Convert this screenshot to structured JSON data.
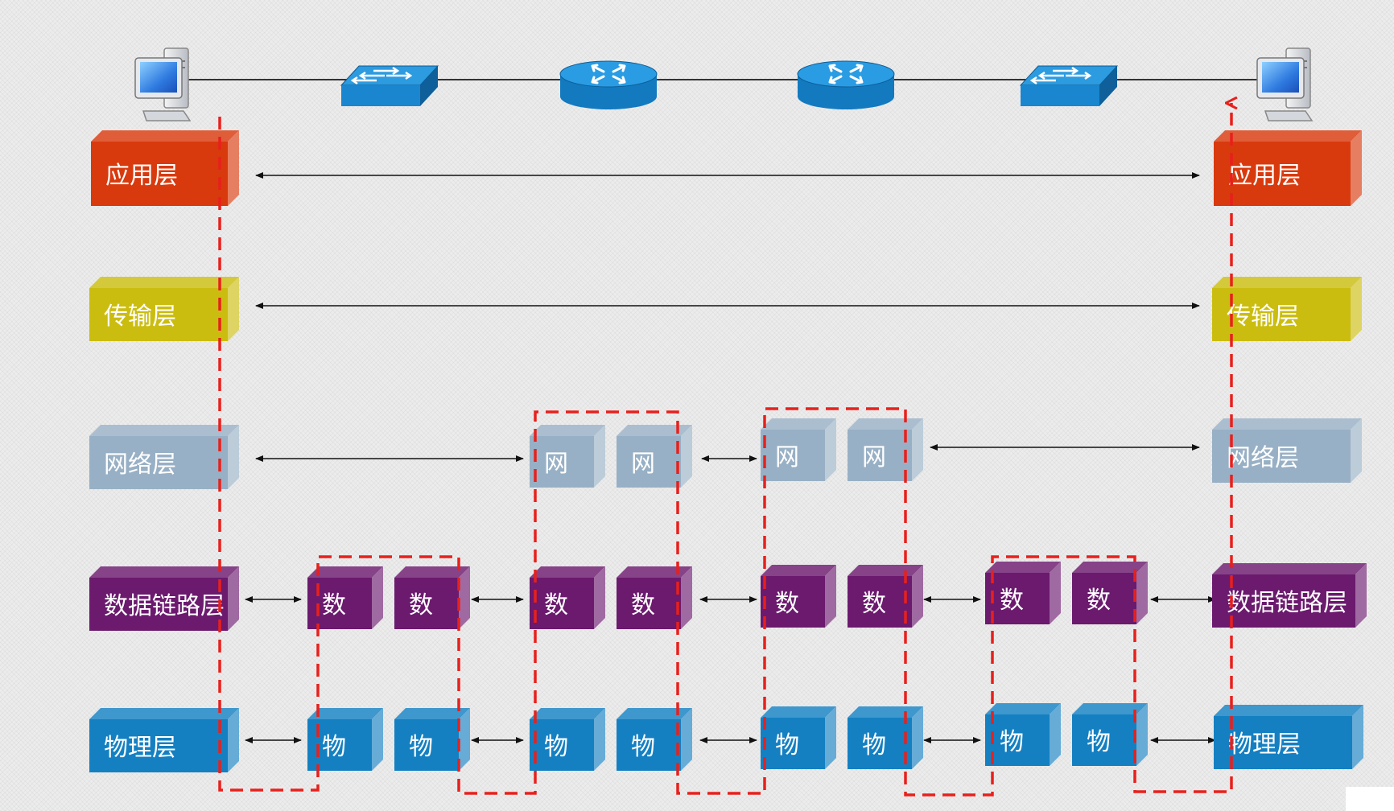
{
  "colors": {
    "application": "#d83a0e",
    "transport": "#cbbd10",
    "network": "#98b0c5",
    "datalink": "#6b1a6e",
    "physical": "#1480c2",
    "flow_path": "#e8201c",
    "device": "#1d8ed3",
    "link": "#333333"
  },
  "devices": [
    {
      "id": "host-left",
      "icon": "computer-icon"
    },
    {
      "id": "switch-1",
      "icon": "switch-icon"
    },
    {
      "id": "router-1",
      "icon": "router-icon"
    },
    {
      "id": "router-2",
      "icon": "router-icon"
    },
    {
      "id": "switch-2",
      "icon": "switch-icon"
    },
    {
      "id": "host-right",
      "icon": "computer-icon"
    }
  ],
  "layers": {
    "application": "应用层",
    "transport": "传输层",
    "network": "网络层",
    "datalink": "数据链路层",
    "physical": "物理层"
  },
  "short": {
    "network": "网",
    "datalink": "数",
    "physical": "物"
  }
}
